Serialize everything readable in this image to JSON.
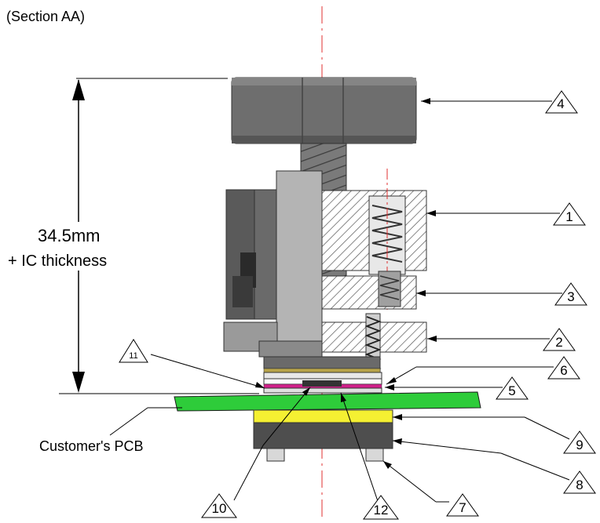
{
  "section_label": "(Section AA)",
  "dimension": {
    "value": "34.5mm",
    "note": "+ IC thickness"
  },
  "customer_pcb_label": "Customer's PCB",
  "callouts": [
    "1",
    "2",
    "3",
    "4",
    "5",
    "6",
    "7",
    "8",
    "9",
    "10",
    "11",
    "12"
  ],
  "colors": {
    "knob": "#6e6e6e",
    "knob_dark": "#4a4a4a",
    "screw": "#8c8c8c",
    "body_dark": "#5a5a5a",
    "body_light": "#b4b4b4",
    "pcb": "#2ecc3a",
    "adapter_yellow": "#f5f032",
    "adapter_dark": "#4e4e4e",
    "centerline": "#e03030",
    "magenta": "#d0208a"
  }
}
